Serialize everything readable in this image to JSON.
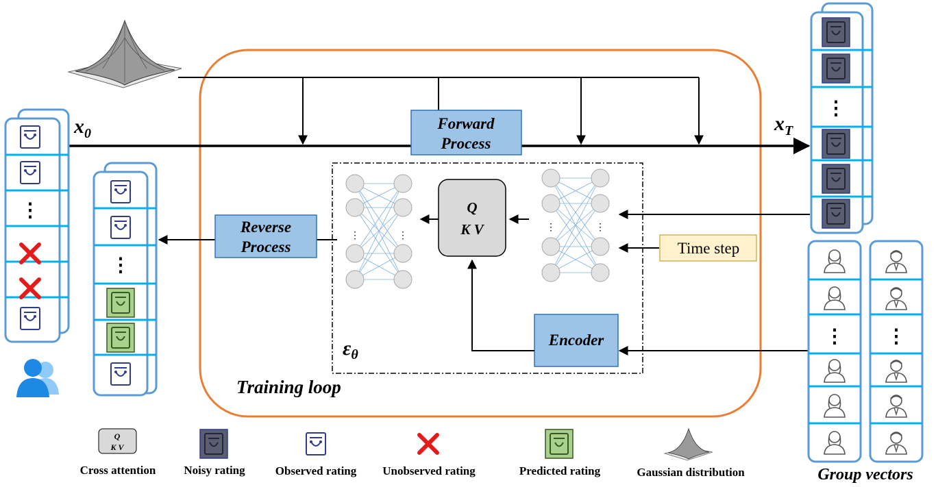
{
  "labels": {
    "x0": "x",
    "x0_sub": "0",
    "xT": "x",
    "xT_sub": "T",
    "forward_line1": "Forward",
    "forward_line2": "Process",
    "reverse_line1": "Reverse",
    "reverse_line2": "Process",
    "qkv_line1": "Q",
    "qkv_line2": "K V",
    "time_step": "Time step",
    "encoder": "Encoder",
    "epsilon": "ε",
    "epsilon_sub": "θ",
    "training_loop": "Training loop",
    "group_vectors": "Group vectors",
    "dots_vertical": "⋮"
  },
  "legend": {
    "cross_attention": "Cross attention",
    "noisy_rating": "Noisy rating",
    "observed_rating": "Observed rating",
    "unobserved_rating": "Unobserved rating",
    "predicted_rating": "Predicted rating",
    "gaussian_distribution": "Gaussian distribution",
    "qkv_line1": "Q",
    "qkv_line2": "K V"
  },
  "colors": {
    "training_loop_border": "#ED7D31",
    "process_box_fill": "#9DC3E6",
    "process_box_border": "#2E75B6",
    "stack_border": "#5B9BD5",
    "stack_separator": "#00B0F0",
    "observed_icon": "#2F3B8F",
    "noisy_fill": "#595E70",
    "predicted_fill": "#A9D18E",
    "unobserved_cross": "#E31B1B",
    "time_step_fill": "#FFF2CC",
    "user_icon": "#1E88E5",
    "qkv_fill": "#D9D9D9"
  }
}
